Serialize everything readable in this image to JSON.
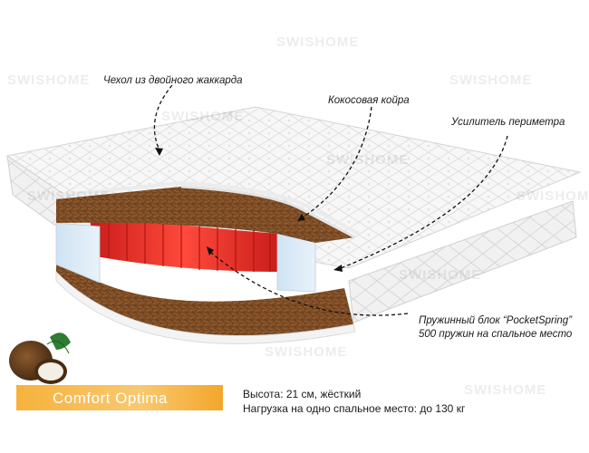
{
  "watermark": {
    "brand_text": "SWISHOME"
  },
  "callouts": {
    "cover": "Чехол из двойного жаккарда",
    "coir": "Кокосовая койра",
    "perimeter": "Усилитель периметра",
    "springs_line1": "Пружинный блок “PocketSpring”",
    "springs_line2": "500 пружин на спальное место"
  },
  "product": {
    "name": "Comfort Optima",
    "height_line": "Высота: 21 см, жёсткий",
    "load_line": "Нагрузка на одно спальное место: до 130 кг"
  },
  "colors": {
    "banner": "#f6b23c",
    "springs": "#e8322a",
    "coir": "#7a4a24",
    "cover": "#f4f4f4"
  },
  "icons": {
    "coconut": "coconut-icon"
  }
}
